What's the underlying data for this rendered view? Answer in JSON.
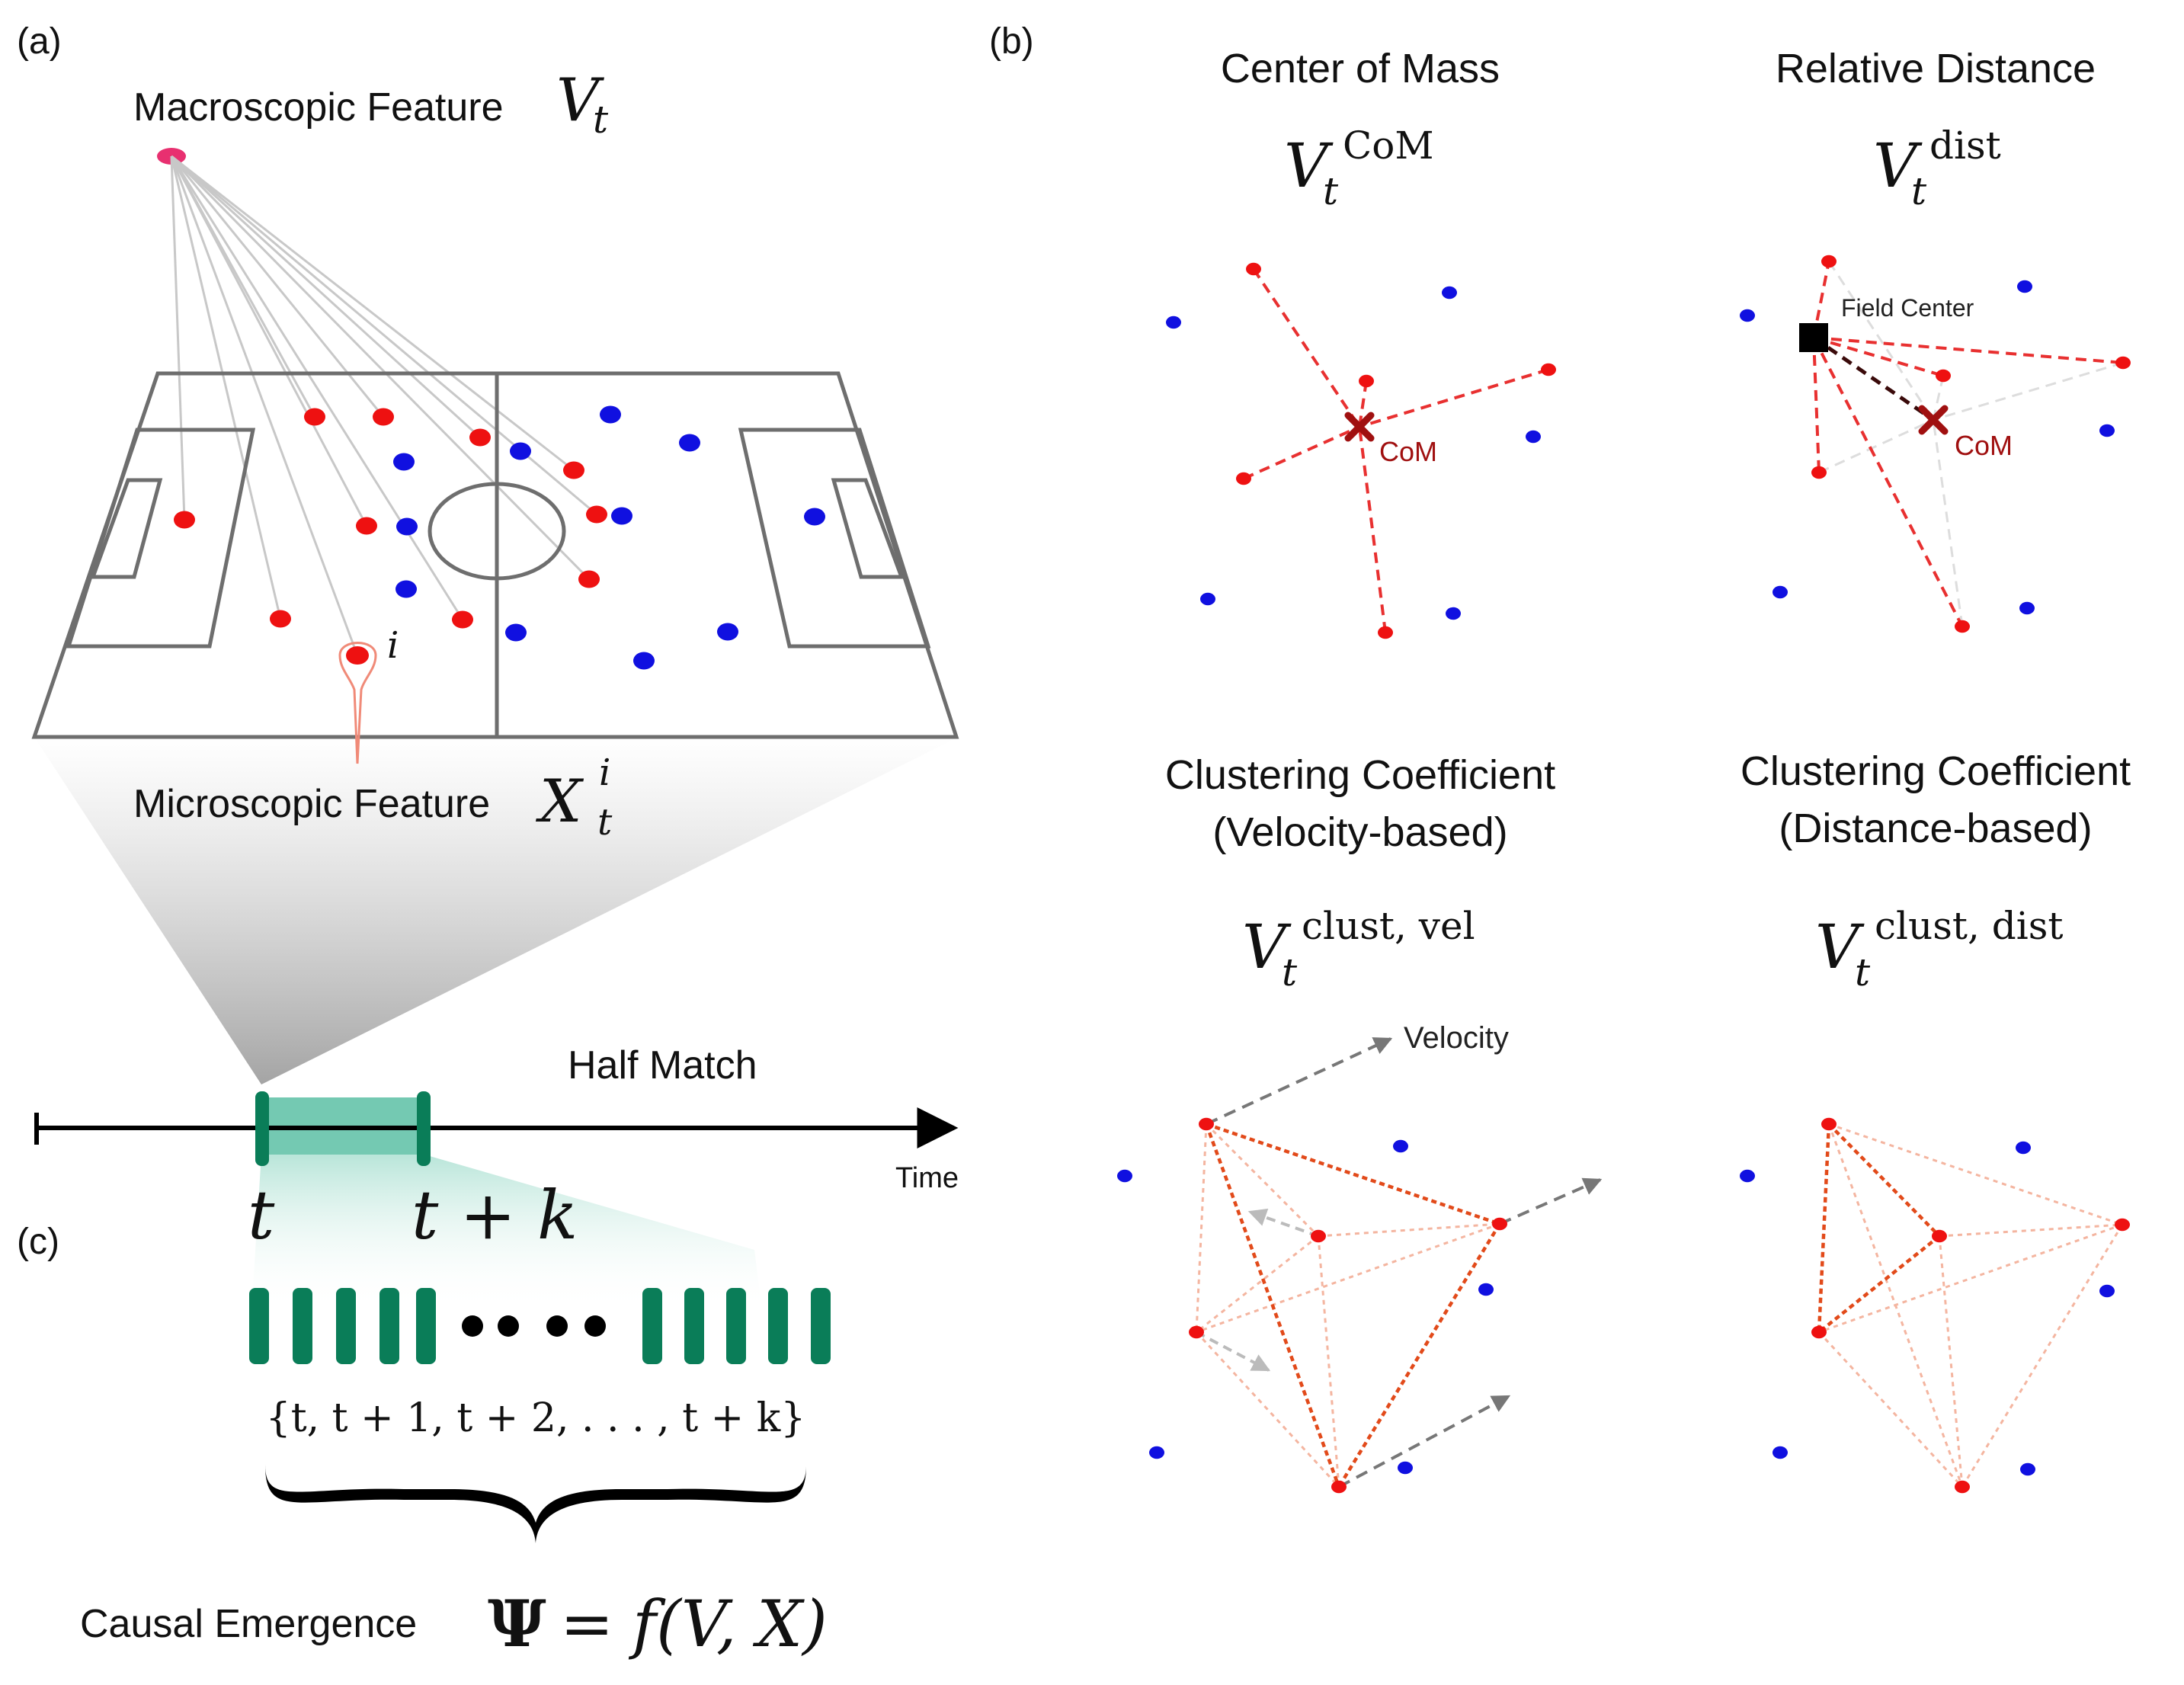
{
  "panel_a": {
    "label": "(a)",
    "macro_label": "Macroscopic Feature",
    "macro_sym": "V",
    "macro_sub": "t",
    "micro_label": "Microscopic Feature",
    "micro_sym": "X",
    "micro_sub": "t",
    "micro_sup": "i",
    "player_index": "i"
  },
  "timeline": {
    "title": "Half Match",
    "time_label": "Time",
    "t_label": "t",
    "tk_label": "t + k",
    "frames_label": "{t, t + 1, t + 2, . . . , t + k}"
  },
  "panel_c": {
    "label": "(c)",
    "emergence_label": "Causal Emergence",
    "psi": "Ψ",
    "equals": "=",
    "func": "f(V, X)"
  },
  "panel_b": {
    "label": "(b)",
    "com": {
      "title": "Center of Mass",
      "sym": "V",
      "sub": "t",
      "sup": "CoM",
      "marker": "CoM"
    },
    "dist": {
      "title": "Relative Distance",
      "sym": "V",
      "sub": "t",
      "sup": "dist",
      "marker": "CoM",
      "field_center": "Field Center"
    },
    "cvel": {
      "title1": "Clustering Coefficient",
      "title2": "(Velocity-based)",
      "sym": "V",
      "sub": "t",
      "sup": "clust, vel",
      "velocity": "Velocity"
    },
    "cdist": {
      "title1": "Clustering Coefficient",
      "title2": "(Distance-based)",
      "sym": "V",
      "sub": "t",
      "sup": "clust, dist"
    }
  },
  "colors": {
    "red": "#ee1111",
    "blue": "#1010e0",
    "green": "#0a7d58",
    "dark_red": "#a01010",
    "pink": "#e83070",
    "field": "#666666"
  }
}
